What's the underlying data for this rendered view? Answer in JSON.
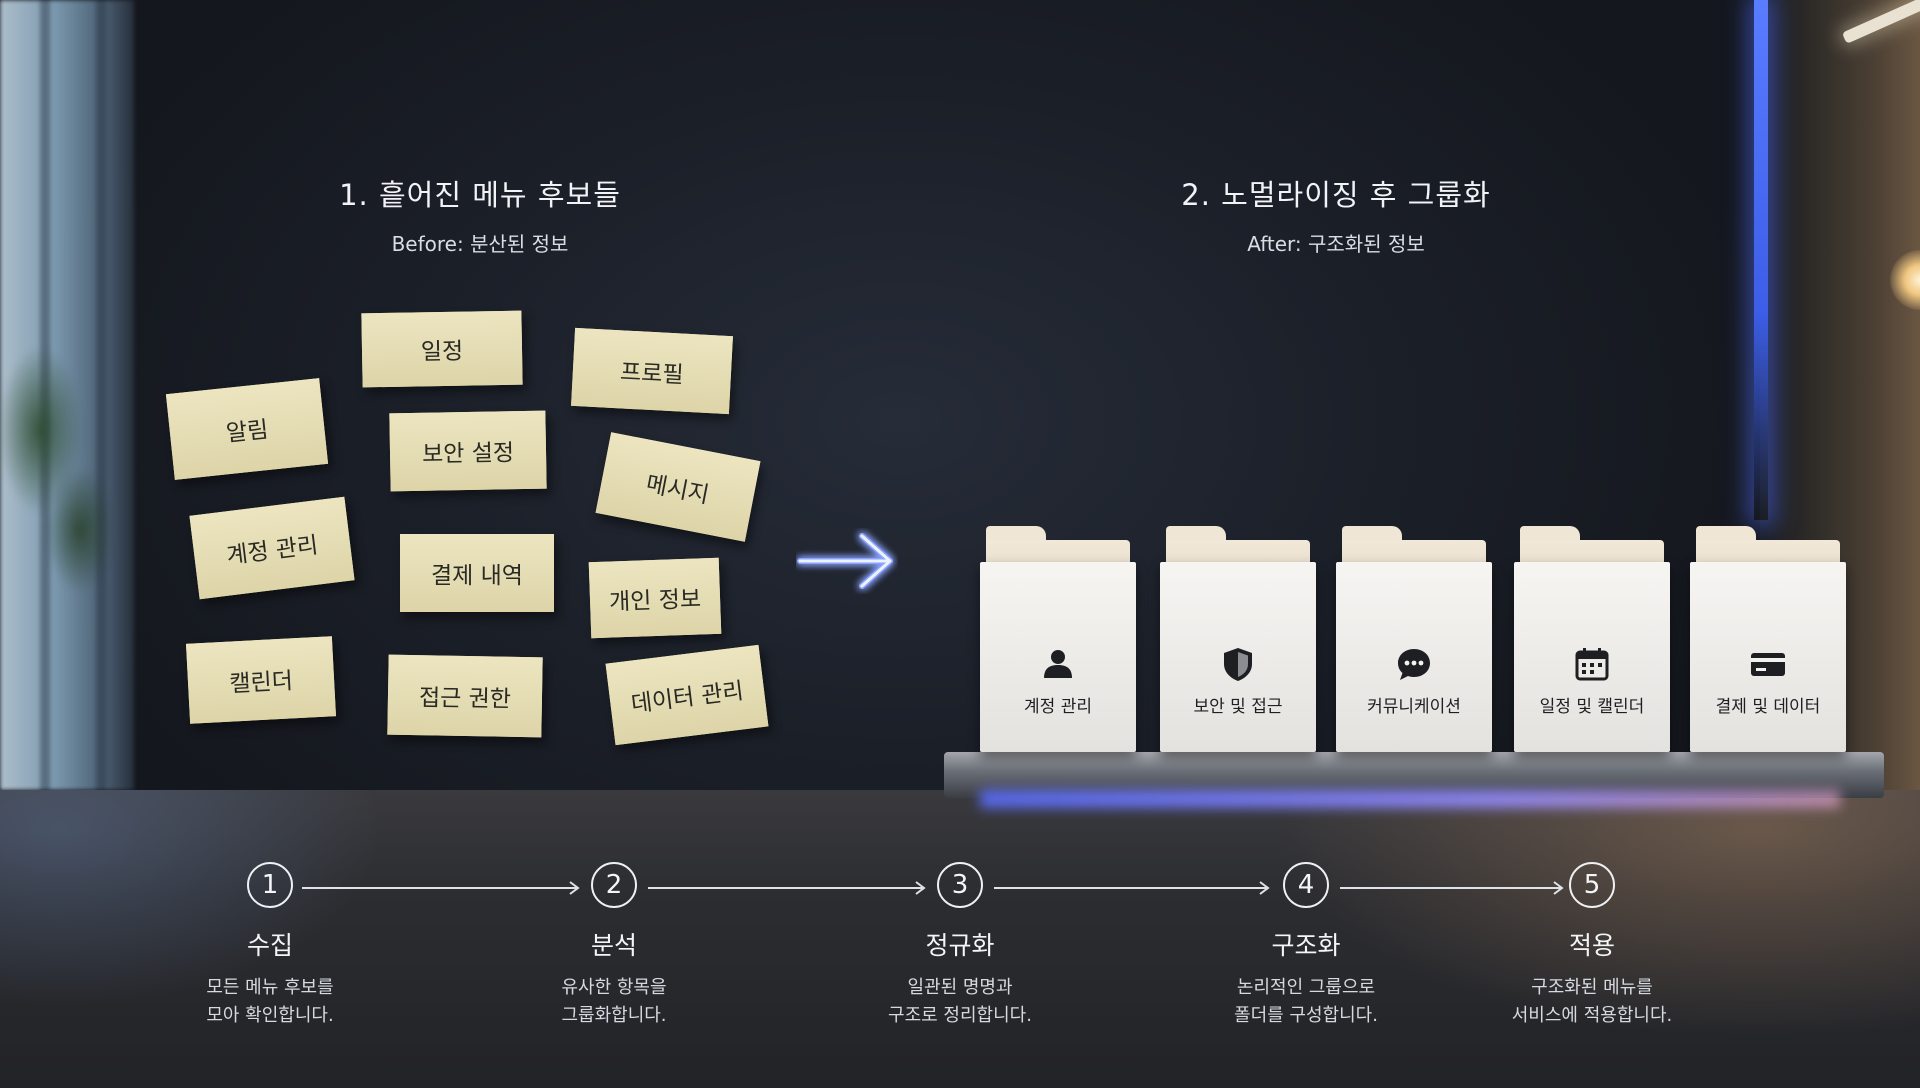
{
  "before": {
    "title": "1. 흩어진 메뉴 후보들",
    "subtitle": "Before: 분산된 정보"
  },
  "after": {
    "title": "2. 노멀라이징 후 그룹화",
    "subtitle": "After: 구조화된 정보"
  },
  "notes": [
    "일정",
    "프로필",
    "알림",
    "보안 설정",
    "메시지",
    "계정 관리",
    "결제 내역",
    "개인 정보",
    "캘린더",
    "접근 권한",
    "데이터 관리"
  ],
  "folders": [
    {
      "label": "계정 관리",
      "icon": "person-icon"
    },
    {
      "label": "보안 및 접근",
      "icon": "shield-icon"
    },
    {
      "label": "커뮤니케이션",
      "icon": "chat-bubble-icon"
    },
    {
      "label": "일정 및 캘린더",
      "icon": "calendar-icon"
    },
    {
      "label": "결제 및 데이터",
      "icon": "credit-card-icon"
    }
  ],
  "steps": [
    {
      "num": "1",
      "title": "수집",
      "desc1": "모든 메뉴 후보를",
      "desc2": "모아 확인합니다."
    },
    {
      "num": "2",
      "title": "분석",
      "desc1": "유사한 항목을",
      "desc2": "그룹화합니다."
    },
    {
      "num": "3",
      "title": "정규화",
      "desc1": "일관된 명명과",
      "desc2": "구조로 정리합니다."
    },
    {
      "num": "4",
      "title": "구조화",
      "desc1": "논리적인 그룹으로",
      "desc2": "폴더를 구성합니다."
    },
    {
      "num": "5",
      "title": "적용",
      "desc1": "구조화된 메뉴를",
      "desc2": "서비스에 적용합니다."
    }
  ],
  "colors": {
    "note": "#e5ddb4",
    "arrow-glow": "#7f9bff",
    "folder": "#f4f2ef",
    "accent-blue": "#5a7cff"
  }
}
